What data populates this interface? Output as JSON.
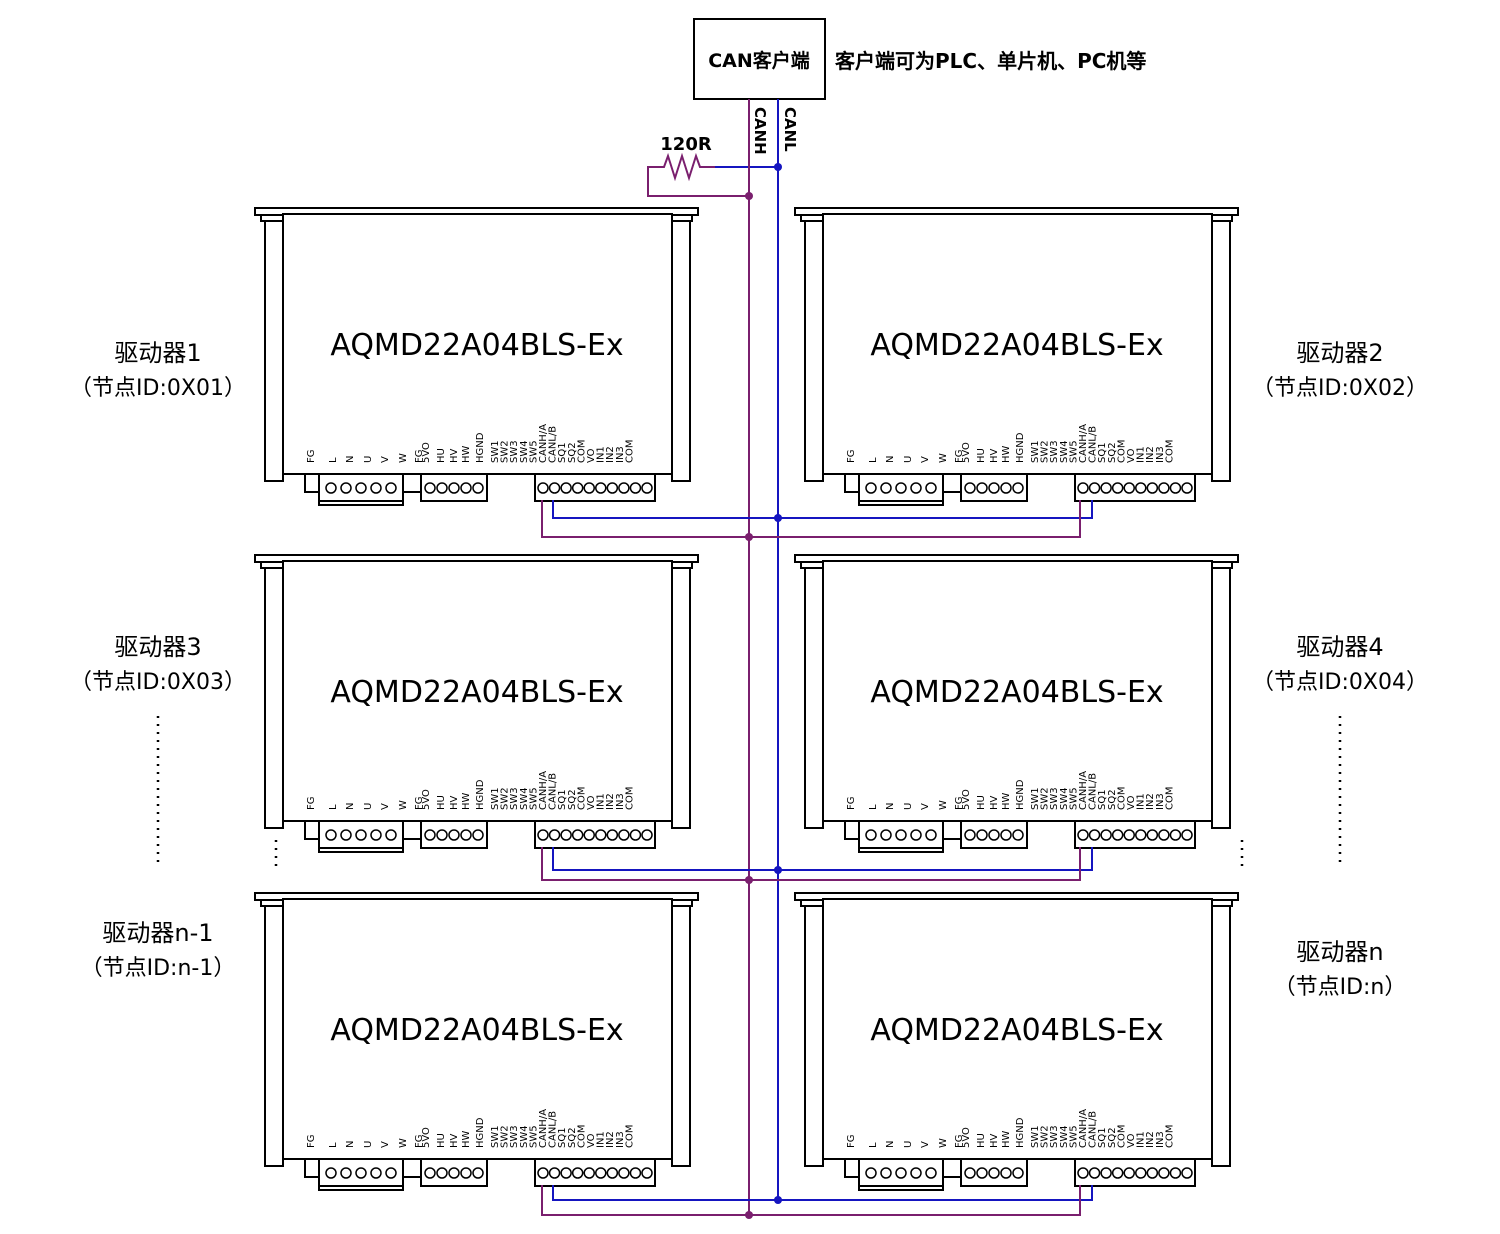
{
  "client": {
    "label": "CAN客户端",
    "note": "客户端可为PLC、单片机、PC机等"
  },
  "bus": {
    "canh_label": "CANH",
    "canl_label": "CANL",
    "resistor_label": "120R",
    "canh_color": "#7a1f6e",
    "canl_color": "#1515c0"
  },
  "drivers": [
    {
      "model": "AQMD22A04BLS-Ex",
      "name": "驱动器1",
      "node": "（节点ID:0X01）"
    },
    {
      "model": "AQMD22A04BLS-Ex",
      "name": "驱动器2",
      "node": "（节点ID:0X02）"
    },
    {
      "model": "AQMD22A04BLS-Ex",
      "name": "驱动器3",
      "node": "（节点ID:0X03）"
    },
    {
      "model": "AQMD22A04BLS-Ex",
      "name": "驱动器4",
      "node": "（节点ID:0X04）"
    },
    {
      "model": "AQMD22A04BLS-Ex",
      "name": "驱动器n-1",
      "node": "（节点ID:n-1）"
    },
    {
      "model": "AQMD22A04BLS-Ex",
      "name": "驱动器n",
      "node": "（节点ID:n）"
    }
  ],
  "pins": {
    "power": [
      "FG",
      "L",
      "N",
      "U",
      "V",
      "W",
      "FG"
    ],
    "hall": [
      "5VO",
      "HU",
      "HV",
      "HW",
      "HGND"
    ],
    "signal": [
      "SW1",
      "SW2",
      "SW3",
      "SW4",
      "SW5",
      "CANH/A",
      "CANL/B",
      "SQ1",
      "SQ2",
      "COM",
      "VO",
      "IN1",
      "IN2",
      "IN3",
      "COM"
    ]
  }
}
